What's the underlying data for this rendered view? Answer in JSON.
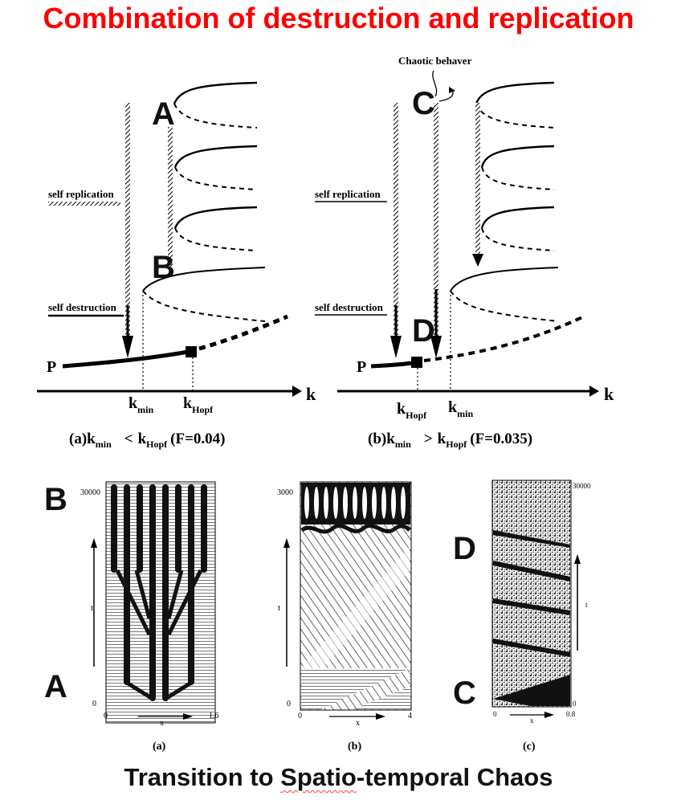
{
  "title": "Combination of destruction and replication",
  "subtitle": {
    "prefix": "Transition to ",
    "spatio": "Spatio",
    "suffix": "-temporal Chaos"
  },
  "diagram_a": {
    "label_self_replication": "self replication",
    "label_self_destruction": "self destruction",
    "label_P": "P",
    "label_A": "A",
    "label_B": "B",
    "axis_k": "k",
    "kmin": "k",
    "kmin_sub": "min",
    "khopf": "k",
    "khopf_sub": "Hopf",
    "caption_prefix": "(a)",
    "caption_k1": "k",
    "caption_k1_sub": "min",
    "caption_rel": "<",
    "caption_k2": "k",
    "caption_k2_sub": "Hopf",
    "caption_F": "(F=0.04)"
  },
  "diagram_b": {
    "label_chaotic": "Chaotic behaver",
    "label_self_replication": "self replication",
    "label_self_destruction": "self destruction",
    "label_P": "P",
    "label_C": "C",
    "label_D": "D",
    "axis_k": "k",
    "khopf": "k",
    "khopf_sub": "Hopf",
    "kmin": "k",
    "kmin_sub": "min",
    "caption_prefix": "(b)",
    "caption_k1": "k",
    "caption_k1_sub": "min",
    "caption_rel": ">",
    "caption_k2": "k",
    "caption_k2_sub": "Hopf",
    "caption_F": "(F=0.035)"
  },
  "panels": {
    "left_B": "B",
    "left_A": "A",
    "right_D": "D",
    "right_C": "C",
    "a": {
      "tmax": "30000",
      "tmin": "0",
      "xmin": "0",
      "xmax": "1.6",
      "xlabel": "x",
      "tlabel": "t",
      "caption": "(a)"
    },
    "b": {
      "tmax": "3000",
      "tmin": "0",
      "xmin": "0",
      "xmax": "4",
      "xlabel": "x",
      "tlabel": "t",
      "caption": "(b)"
    },
    "c": {
      "tmax": "30000",
      "tmin": "0",
      "xmin": "0",
      "xmax": "0.8",
      "xlabel": "x",
      "tlabel": "t",
      "caption": "(c)"
    }
  }
}
